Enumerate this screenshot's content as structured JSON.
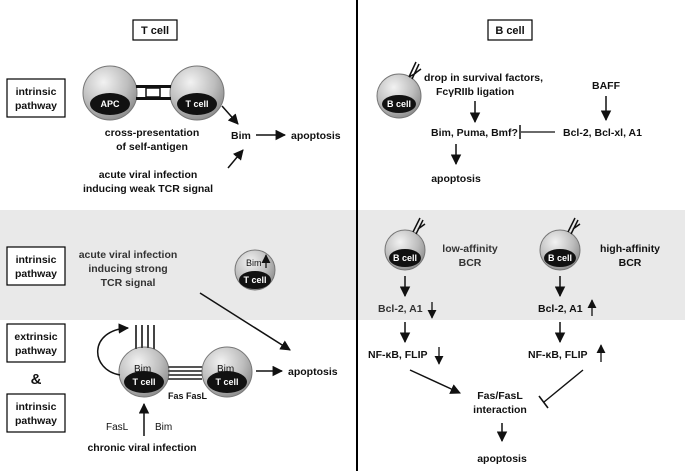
{
  "headers": {
    "t_cell": "T cell",
    "b_cell": "B cell"
  },
  "pathway_labels": {
    "intrinsic_top": [
      "intrinsic",
      "pathway"
    ],
    "intrinsic_mid": [
      "intrinsic",
      "pathway"
    ],
    "extrinsic_bottom": [
      "extrinsic",
      "pathway"
    ],
    "ampersand": "&",
    "intrinsic_bottom": [
      "intrinsic",
      "pathway"
    ]
  },
  "cells": {
    "apc": "APC",
    "t_cell": "T cell",
    "b_cell": "B cell",
    "bim": "Bim"
  },
  "t_top": {
    "cross_presentation": [
      "cross-presentation",
      "of self-antigen"
    ],
    "acute_weak": [
      "acute viral infection",
      "inducing weak TCR signal"
    ],
    "bim": "Bim",
    "apoptosis": "apoptosis"
  },
  "t_mid": {
    "acute_strong": [
      "acute viral infection",
      "inducing strong",
      "TCR signal"
    ]
  },
  "t_bottom": {
    "fas": "Fas",
    "fasl": "FasL",
    "fasl_left": "FasL",
    "bim": "Bim",
    "chronic": "chronic viral infection",
    "apoptosis": "apoptosis"
  },
  "b_top": {
    "drop": [
      "drop in survival factors,",
      "FcγRIIb ligation"
    ],
    "baff": "BAFF",
    "bim_puma": "Bim, Puma, Bmf?",
    "bcl_top": "Bcl-2, Bcl-xl, A1",
    "apoptosis": "apoptosis"
  },
  "b_bottom": {
    "low": [
      "low-affinity",
      "BCR"
    ],
    "high": [
      "high-affinity",
      "BCR"
    ],
    "bcl_left": "Bcl-2, A1",
    "bcl_right": "Bcl-2, A1",
    "nfkb_left": "NF-κB, FLIP",
    "nfkb_right": "NF-κB, FLIP",
    "fas_interaction": [
      "Fas/FasL",
      "interaction"
    ],
    "apoptosis": "apoptosis"
  }
}
